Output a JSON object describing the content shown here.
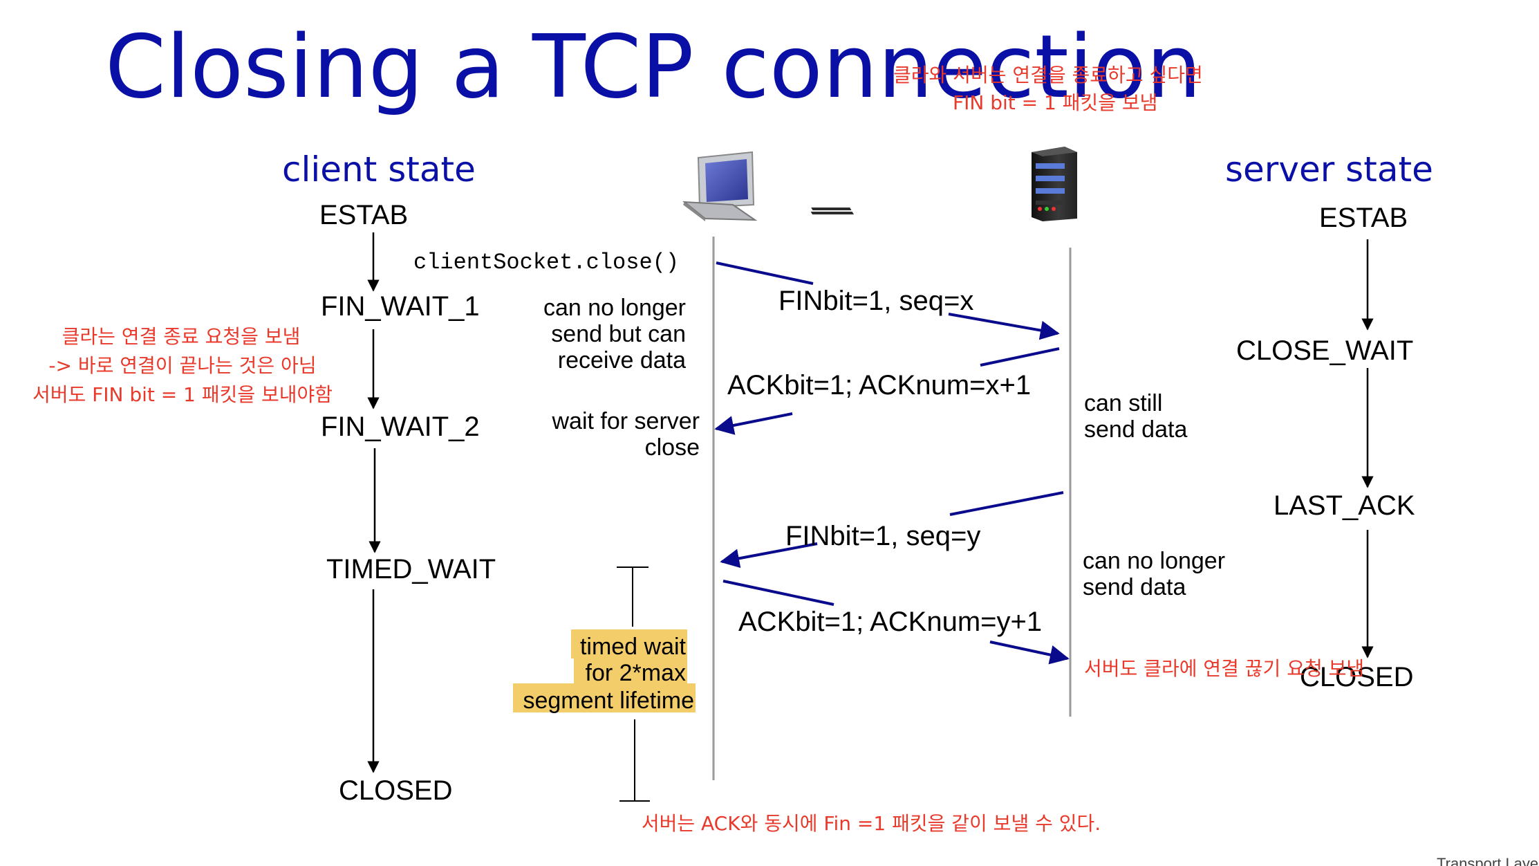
{
  "title": "Closing a TCP connection",
  "annotations": {
    "top_1": "클라와 서버는 연결을 종료하고 싶다면",
    "top_2": "FIN bit  = 1 패킷을 보냄",
    "left_1": "클라는 연결 종료 요청을 보냄",
    "left_2": "-> 바로 연결이 끝나는 것은 아님",
    "left_3": "서버도 FIN bit = 1 패킷을 보내야함",
    "right": "서버도 클라에 연결 끊기 요청 보냄",
    "bottom": "서버는 ACK와 동시에 Fin =1 패킷을 같이 보낼 수 있다."
  },
  "client": {
    "header": "client state",
    "states": [
      "ESTAB",
      "FIN_WAIT_1",
      "FIN_WAIT_2",
      "TIMED_WAIT",
      "CLOSED"
    ],
    "call": "clientSocket.close()",
    "note_1": [
      "can no longer",
      "send but can",
      "receive data"
    ],
    "note_2": [
      "wait for server",
      "close"
    ],
    "timed_wait": [
      "timed wait",
      "for 2*max",
      "segment lifetime"
    ]
  },
  "server": {
    "header": "server state",
    "states": [
      "ESTAB",
      "CLOSE_WAIT",
      "LAST_ACK",
      "CLOSED"
    ],
    "note_1": [
      "can still",
      "send data"
    ],
    "note_2": [
      "can no longer",
      "send data"
    ]
  },
  "messages": {
    "fin_client": "FINbit=1, seq=x",
    "ack_server": "ACKbit=1; ACKnum=x+1",
    "fin_server": "FINbit=1, seq=y",
    "ack_client": "ACKbit=1; ACKnum=y+1"
  },
  "footer": "Transport Layer",
  "colors": {
    "title": "#0a10a6",
    "arrow": "#0a0a8c",
    "annotation": "#e8392b",
    "highlight": "#f4cd6b"
  },
  "icons": [
    "desktop-computer-icon",
    "server-tower-icon"
  ]
}
